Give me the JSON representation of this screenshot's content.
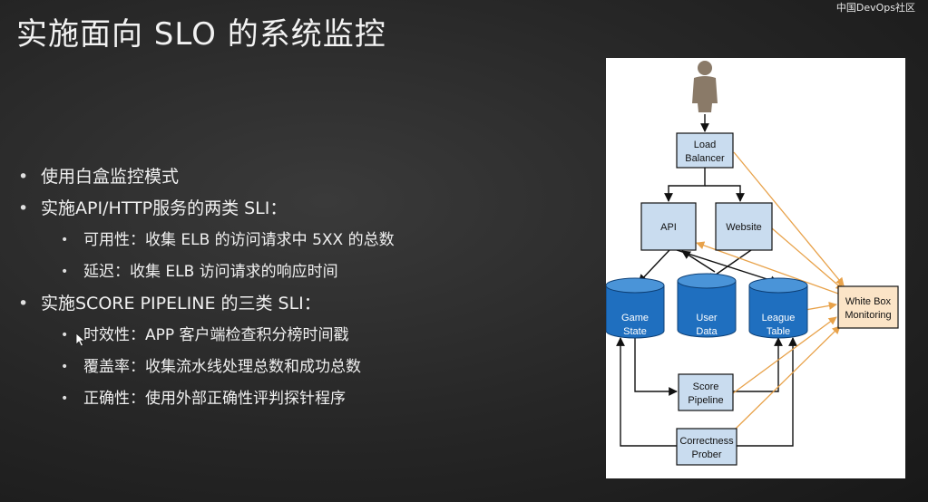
{
  "slide": {
    "title": "实施面向 SLO 的系统监控",
    "watermark": "中国DevOps社区"
  },
  "bullets": [
    {
      "level": 1,
      "text": "使用白盒监控模式"
    },
    {
      "level": 1,
      "text": "实施API/HTTP服务的两类 SLI："
    },
    {
      "level": 2,
      "text": "可用性：收集 ELB 的访问请求中 5XX 的总数"
    },
    {
      "level": 2,
      "text": "延迟：收集 ELB 访问请求的响应时间"
    },
    {
      "level": 1,
      "text": "实施SCORE PIPELINE 的三类 SLI："
    },
    {
      "level": 2,
      "text": "时效性：APP 客户端检查积分榜时间戳"
    },
    {
      "level": 2,
      "text": "覆盖率：收集流水线处理总数和成功总数"
    },
    {
      "level": 2,
      "text": "正确性：使用外部正确性评判探针程序"
    }
  ],
  "diagram": {
    "nodes": {
      "load_balancer": {
        "line1": "Load",
        "line2": "Balancer"
      },
      "api": {
        "label": "API"
      },
      "website": {
        "label": "Website"
      },
      "game_state": {
        "line1": "Game",
        "line2": "State"
      },
      "user_data": {
        "line1": "User",
        "line2": "Data"
      },
      "league_table": {
        "line1": "League",
        "line2": "Table"
      },
      "white_box": {
        "line1": "White Box",
        "line2": "Monitoring"
      },
      "score_pipeline": {
        "line1": "Score",
        "line2": "Pipeline"
      },
      "correctness_prober": {
        "line1": "Correctness",
        "line2": "Prober"
      }
    },
    "colors": {
      "box_fill": "#c9dcef",
      "db_fill": "#1f6fbf",
      "monitor_fill": "#fbe4c7",
      "monitor_arrow": "#e8a24a",
      "flow_arrow": "#111111",
      "user_figure": "#8a7a68"
    }
  }
}
